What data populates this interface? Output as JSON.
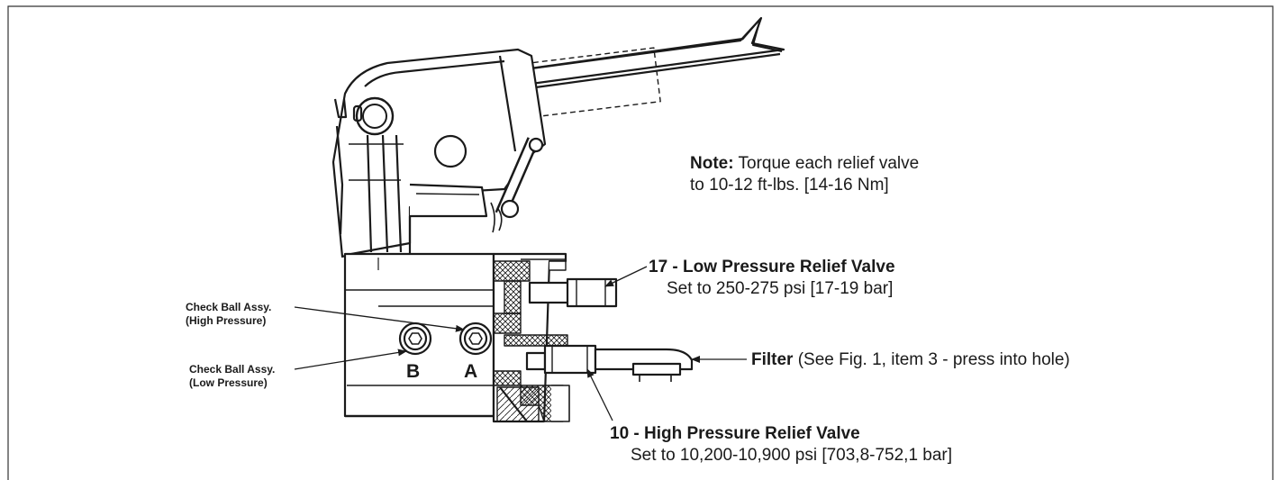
{
  "note": {
    "heading": "Note:",
    "line1": "Torque each relief valve",
    "line2": "to 10-12 ft-lbs. [14-16 Nm]"
  },
  "callouts": {
    "low_relief": {
      "title": "17 - Low Pressure Relief Valve",
      "setting": "Set to 250-275 psi [17-19 bar]"
    },
    "high_relief": {
      "title": "10 - High Pressure Relief Valve",
      "setting": "Set to 10,200-10,900 psi [703,8-752,1 bar]"
    },
    "filter": {
      "title": "Filter",
      "detail": "(See Fig. 1, item 3 - press into hole)"
    },
    "check_ball_high": {
      "line1": "Check Ball Assy.",
      "line2": "(High Pressure)"
    },
    "check_ball_low": {
      "line1": "Check Ball Assy.",
      "line2": "(Low Pressure)"
    }
  },
  "ports": {
    "a": "A",
    "b": "B"
  },
  "colors": {
    "line": "#1a1a1a",
    "frame": "#333333",
    "background": "#ffffff"
  }
}
